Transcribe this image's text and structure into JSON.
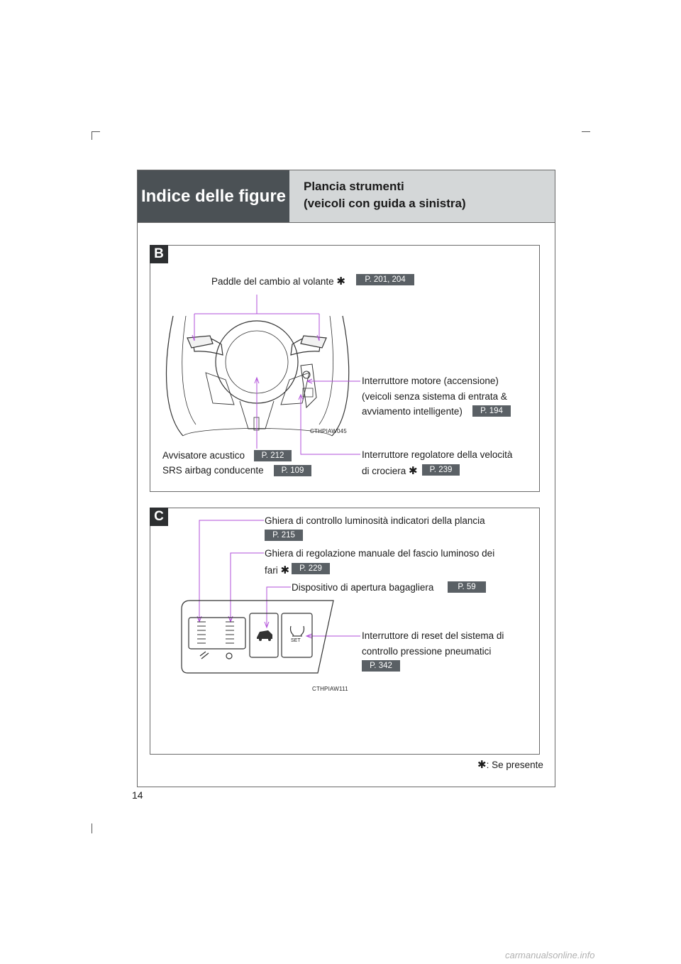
{
  "header": {
    "section_title": "Indice delle figure",
    "subtitle_line1": "Plancia strumenti",
    "subtitle_line2": "(veicoli con guida a sinistra)"
  },
  "section_b": {
    "tag": "B",
    "paddle_label": "Paddle del cambio al volante",
    "paddle_ref": "P. 201, 204",
    "engine_line1": "Interruttore motore (accensione)",
    "engine_line2": "(veicoli senza sistema di entrata &",
    "engine_line3": "avviamento intelligente)",
    "engine_ref": "P. 194",
    "image_code": "CTHPIAW045",
    "horn_label": "Avvisatore acustico",
    "horn_ref": "P. 212",
    "airbag_label": "SRS airbag conducente",
    "airbag_ref": "P. 109",
    "cruise_line1": "Interruttore regolatore della velocità",
    "cruise_line2": "di crociera",
    "cruise_ref": "P. 239"
  },
  "section_c": {
    "tag": "C",
    "dimmer_label": "Ghiera di controllo luminosità indicatori della plancia",
    "dimmer_ref": "P. 215",
    "leveling_line1": "Ghiera di regolazione manuale del fascio luminoso dei",
    "leveling_line2": "fari",
    "leveling_ref": "P. 229",
    "trunk_label": "Dispositivo di apertura bagagliera",
    "trunk_ref": "P. 59",
    "tpms_line1": "Interruttore di reset del sistema di",
    "tpms_line2": "controllo pressione pneumatici",
    "tpms_ref": "P. 342",
    "set_text": "SET",
    "image_code": "CTHPIAW111"
  },
  "footnote": {
    "symbol": "✱",
    "text": ": Se presente"
  },
  "page_number": "14",
  "watermark": "carmanualsonline.info",
  "colors": {
    "header_dark": "#4b5155",
    "header_light": "#d4d7d8",
    "ref_badge": "#5a6065",
    "leader_line": "#b04fd9"
  }
}
